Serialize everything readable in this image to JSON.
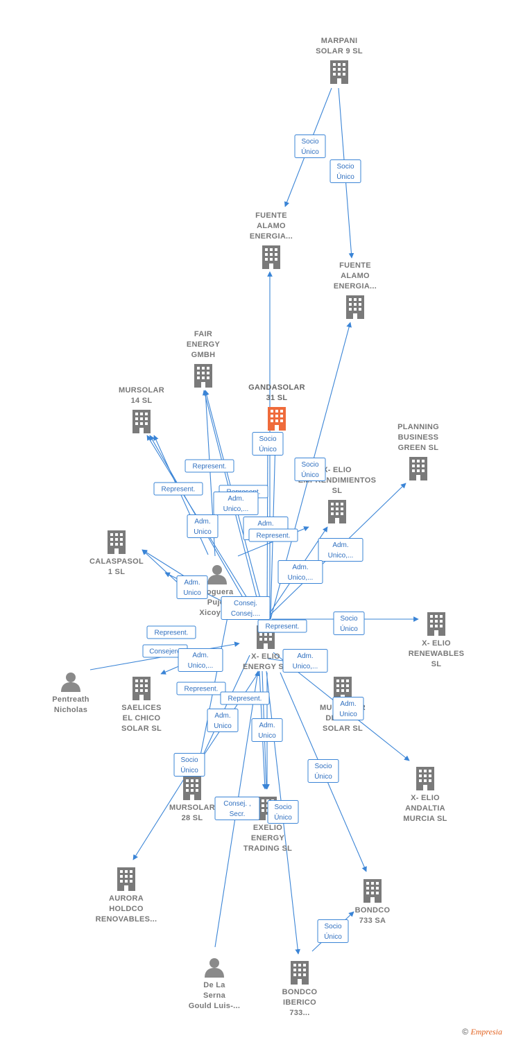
{
  "colors": {
    "edge": "#3a84d6",
    "company": "#7a7a7a",
    "focus": "#ef6b3b",
    "person": "#8a8a8a"
  },
  "nodes": [
    {
      "id": "marpani",
      "type": "company",
      "lines": [
        "MARPANI",
        "SOLAR 9  SL"
      ]
    },
    {
      "id": "fuente1",
      "type": "company",
      "lines": [
        "FUENTE",
        "ALAMO",
        "ENERGIA..."
      ]
    },
    {
      "id": "fuente2",
      "type": "company",
      "lines": [
        "FUENTE",
        "ALAMO",
        "ENERGIA..."
      ]
    },
    {
      "id": "fair",
      "type": "company",
      "lines": [
        "FAIR",
        "ENERGY",
        "GMBH"
      ]
    },
    {
      "id": "mursolar14",
      "type": "company",
      "lines": [
        "MURSOLAR",
        "14 SL"
      ]
    },
    {
      "id": "gandasolar",
      "type": "focus",
      "lines": [
        "GANDASOLAR",
        "31  SL"
      ]
    },
    {
      "id": "planning",
      "type": "company",
      "lines": [
        "PLANNING",
        "BUSINESS",
        "GREEN  SL"
      ]
    },
    {
      "id": "xelioemp",
      "type": "company",
      "lines": [
        "X- ELIO",
        "EMPRENDIMIENTOS",
        "SL"
      ]
    },
    {
      "id": "calaspasol",
      "type": "company",
      "lines": [
        "CALASPASOL",
        "1  SL"
      ]
    },
    {
      "id": "noguera",
      "type": "person",
      "lines": [
        "Noguera",
        "Pujol",
        "Xicoy L..."
      ]
    },
    {
      "id": "xelioenergy",
      "type": "company",
      "lines": [
        "X- ELIO",
        "ENERGY  SL"
      ]
    },
    {
      "id": "xeliorenew",
      "type": "company",
      "lines": [
        "X- ELIO",
        "RENEWABLES",
        "SL"
      ]
    },
    {
      "id": "pentreath",
      "type": "person",
      "lines": [
        "Pentreath",
        "Nicholas"
      ]
    },
    {
      "id": "saelices",
      "type": "company",
      "lines": [
        "SAELICES",
        "EL CHICO",
        "SOLAR SL"
      ]
    },
    {
      "id": "murdelpan",
      "type": "company",
      "lines": [
        "MURSOLAR",
        "DEL PAN",
        "SOLAR SL"
      ]
    },
    {
      "id": "xelioandaltia",
      "type": "company",
      "lines": [
        "X- ELIO",
        "ANDALTIA",
        "MURCIA  SL"
      ]
    },
    {
      "id": "mursolar28",
      "type": "company",
      "lines": [
        "MURSOLAR",
        "28 SL"
      ]
    },
    {
      "id": "exelio",
      "type": "company",
      "lines": [
        "EXELIO",
        "ENERGY",
        "TRADING  SL"
      ]
    },
    {
      "id": "aurora",
      "type": "company",
      "lines": [
        "AURORA",
        "HOLDCO",
        "RENOVABLES..."
      ]
    },
    {
      "id": "bondco733",
      "type": "company",
      "lines": [
        "BONDCO",
        "733 SA"
      ]
    },
    {
      "id": "delaserna",
      "type": "person",
      "lines": [
        "De La",
        "Serna",
        "Gould Luis-..."
      ]
    },
    {
      "id": "bondcoiberico",
      "type": "company",
      "lines": [
        "BONDCO",
        "IBERICO",
        "733..."
      ]
    }
  ],
  "edge_labels": [
    {
      "id": "e1",
      "lines": [
        "Socio",
        "Único"
      ]
    },
    {
      "id": "e2",
      "lines": [
        "Socio",
        "Único"
      ]
    },
    {
      "id": "e3",
      "lines": [
        "Socio",
        "Único"
      ]
    },
    {
      "id": "e4",
      "lines": [
        "Socio",
        "Único"
      ]
    },
    {
      "id": "e5",
      "lines": [
        "Represent."
      ]
    },
    {
      "id": "e6",
      "lines": [
        "Represent."
      ]
    },
    {
      "id": "e7",
      "lines": [
        "Represent."
      ]
    },
    {
      "id": "e8",
      "lines": [
        "Adm.",
        "Unico,..."
      ]
    },
    {
      "id": "e9",
      "lines": [
        "Adm.",
        "Unico"
      ]
    },
    {
      "id": "e10",
      "lines": [
        "Adm.",
        "Unico,..."
      ]
    },
    {
      "id": "e11",
      "lines": [
        "Represent."
      ]
    },
    {
      "id": "e12",
      "lines": [
        "Adm.",
        "Unico,..."
      ]
    },
    {
      "id": "e13",
      "lines": [
        "Adm.",
        "Unico,..."
      ]
    },
    {
      "id": "e14",
      "lines": [
        "Adm.",
        "Unico"
      ]
    },
    {
      "id": "e15",
      "lines": [
        "Consej.",
        "Consej...."
      ]
    },
    {
      "id": "e16",
      "lines": [
        "Represent."
      ]
    },
    {
      "id": "e17",
      "lines": [
        "Socio",
        "Único"
      ]
    },
    {
      "id": "e18",
      "lines": [
        "Represent."
      ]
    },
    {
      "id": "e19",
      "lines": [
        "Consejero"
      ]
    },
    {
      "id": "e20",
      "lines": [
        "Adm.",
        "Unico,..."
      ]
    },
    {
      "id": "e21",
      "lines": [
        "Adm.",
        "Unico,..."
      ]
    },
    {
      "id": "e22",
      "lines": [
        "Represent."
      ]
    },
    {
      "id": "e23",
      "lines": [
        "Represent."
      ]
    },
    {
      "id": "e24",
      "lines": [
        "Adm.",
        "Unico"
      ]
    },
    {
      "id": "e25",
      "lines": [
        "Adm.",
        "Unico"
      ]
    },
    {
      "id": "e26",
      "lines": [
        "Adm.",
        "Unico"
      ]
    },
    {
      "id": "e27",
      "lines": [
        "Socio",
        "Único"
      ]
    },
    {
      "id": "e28",
      "lines": [
        "Socio",
        "Único"
      ]
    },
    {
      "id": "e29",
      "lines": [
        "Consej. ,",
        "Secr."
      ]
    },
    {
      "id": "e30",
      "lines": [
        "Socio",
        "Único"
      ]
    },
    {
      "id": "e31",
      "lines": [
        "Socio",
        "Único"
      ]
    }
  ],
  "footer": {
    "copyright": "©",
    "brand": "Empresia"
  }
}
